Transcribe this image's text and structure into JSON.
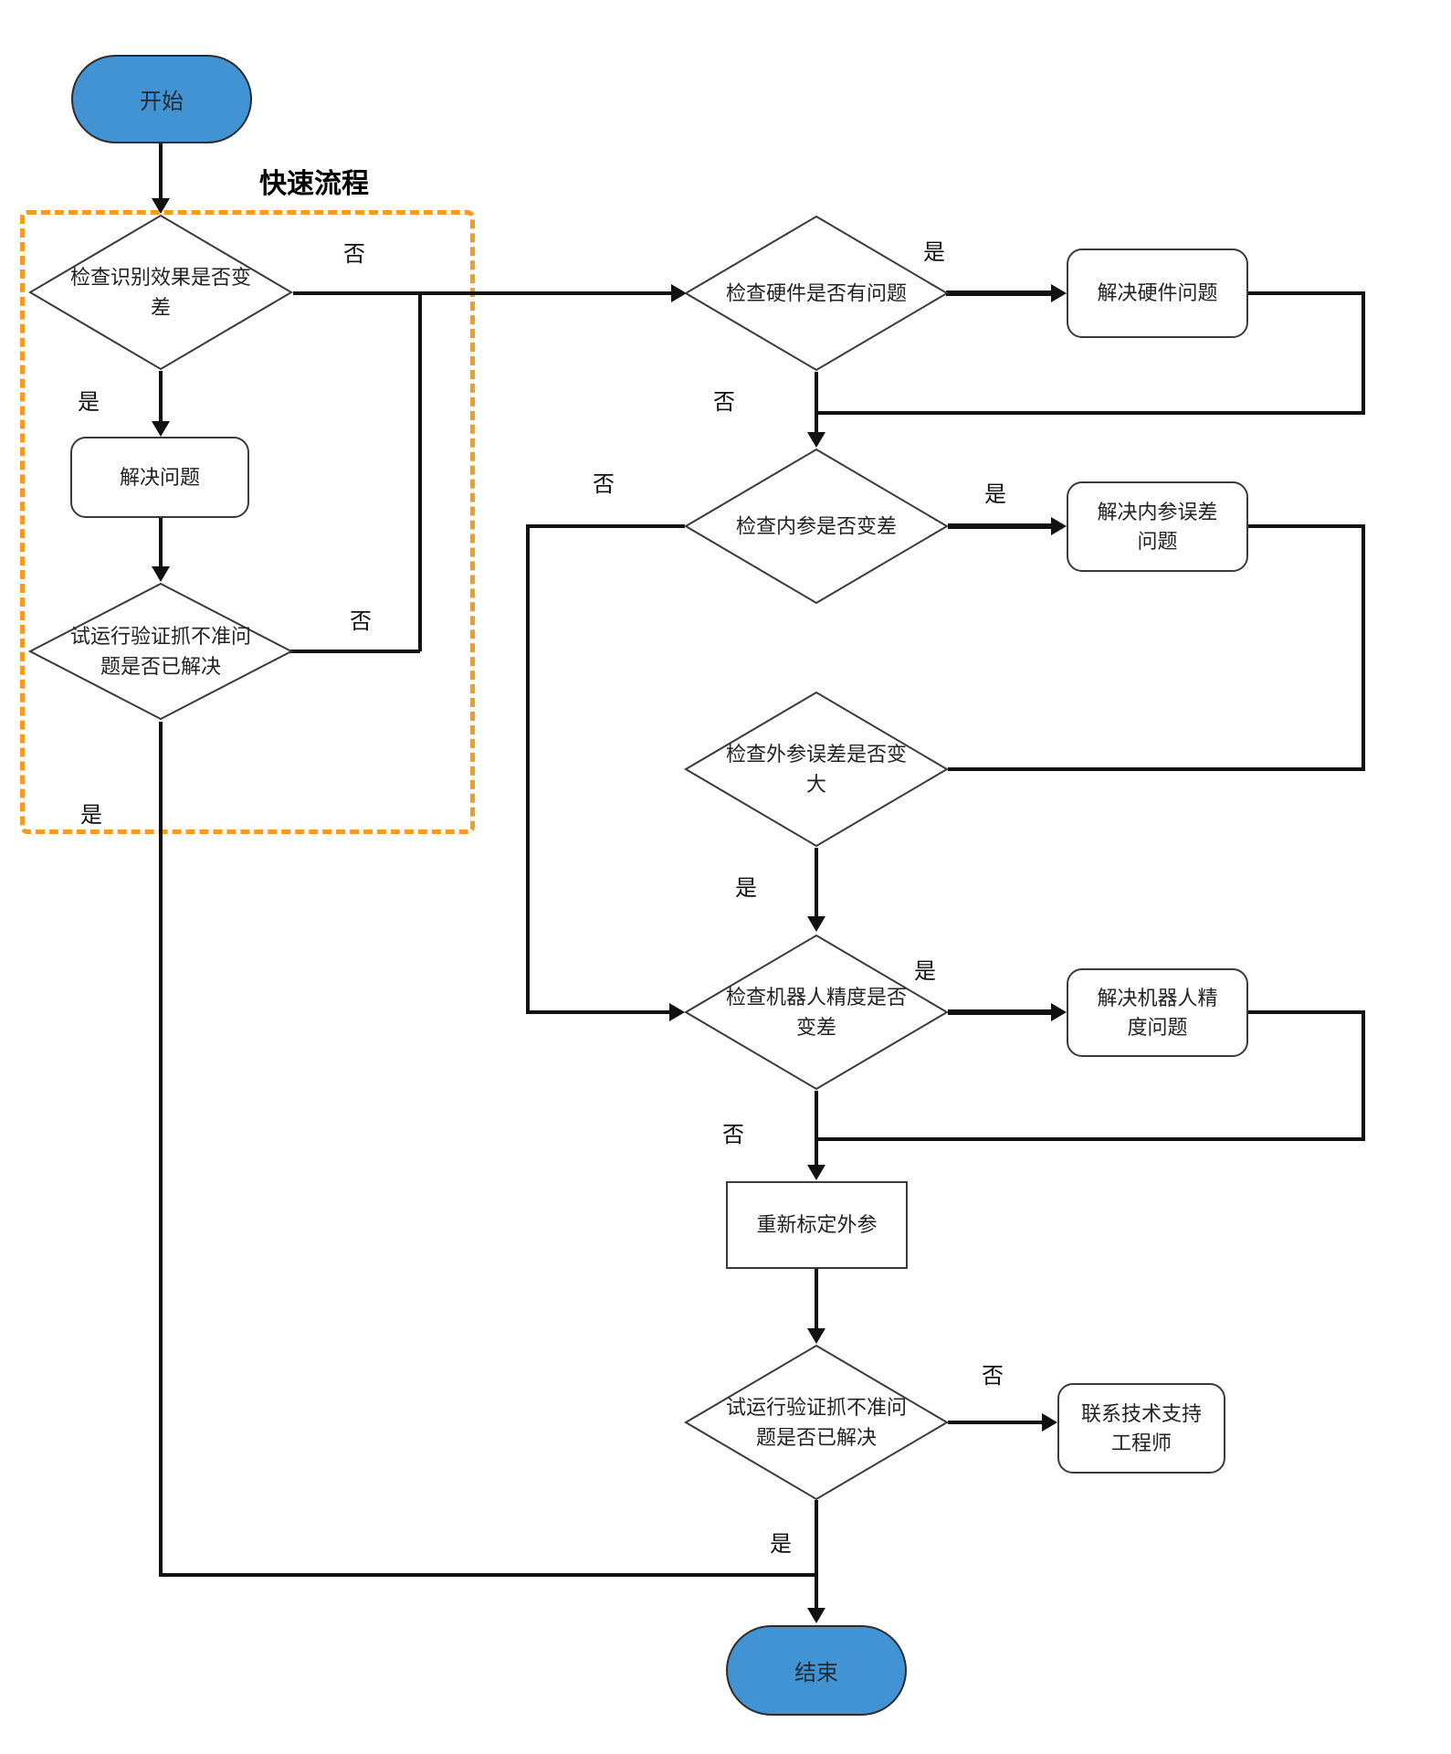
{
  "title": "快速流程",
  "labels": {
    "yes": "是",
    "no": "否"
  },
  "nodes": {
    "start": "开始",
    "check_recognition": "检查识别效果是否变差",
    "solve_problem": "解决问题",
    "trial_run_1": "试运行验证抓不准问题是否已解决",
    "check_hardware": "检查硬件是否有问题",
    "solve_hardware": "解决硬件问题",
    "check_intrinsic": "检查内参是否变差",
    "solve_intrinsic": "解决内参误差问题",
    "check_extrinsic": "检查外参误差是否变大",
    "check_robot": "检查机器人精度是否变差",
    "solve_robot": "解决机器人精度问题",
    "recalibrate_extrinsic": "重新标定外参",
    "trial_run_2": "试运行验证抓不准问题是否已解决",
    "contact_support": "联系技术支持工程师",
    "end": "结束"
  },
  "colors": {
    "terminal_fill": "#4293D3",
    "group_border": "#F59A23",
    "line": "#111111"
  }
}
